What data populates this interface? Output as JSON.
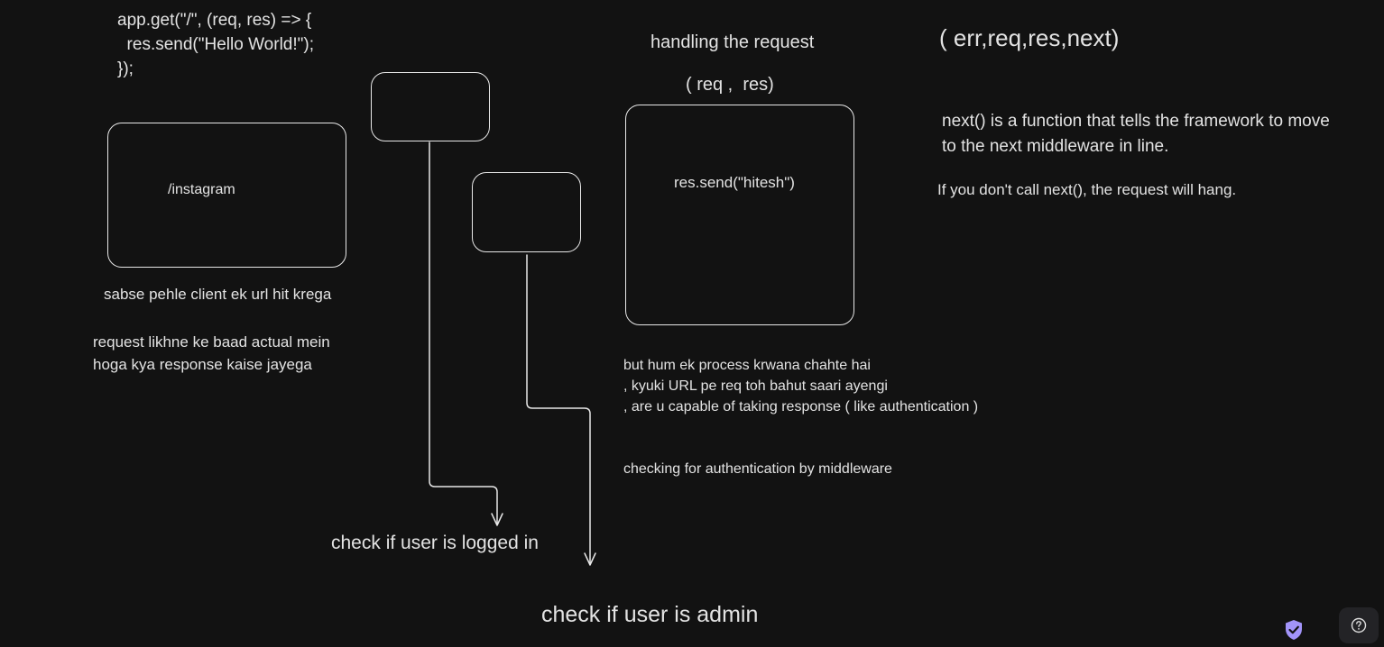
{
  "diagram": {
    "code_lines": [
      "app.get(\"/\", (req, res) => {",
      "  res.send(\"Hello World!\");",
      "});"
    ],
    "instagram_label": "/instagram",
    "client_hit_note": "sabse pehle client ek url hit krega",
    "request_note_lines": [
      "request likhne ke baad actual mein",
      "hoga kya response kaise jayega"
    ],
    "handling_title": "handling the request",
    "req_res_label": "( req ,  res)",
    "res_send_label": "res.send(\"hitesh\")",
    "process_note_lines": [
      "but hum ek process krwana chahte hai",
      ", kyuki URL pe req toh bahut saari ayengi",
      ", are u capable of taking response ( like authentication )"
    ],
    "auth_note": "checking for authentication by middleware",
    "err_signature": "( err,req,res,next)",
    "next_note_lines": [
      "next() is a function that tells the framework to move",
      "to the next middleware in line."
    ],
    "hang_note": "If you don't call next(), the request will hang.",
    "logged_in_label": "check if user is logged in",
    "admin_label": "check if user is admin"
  },
  "toolbar": {
    "shield_icon": "shield-check-icon",
    "help_icon": "question-circle-icon",
    "accent_color": "#a294f9"
  }
}
